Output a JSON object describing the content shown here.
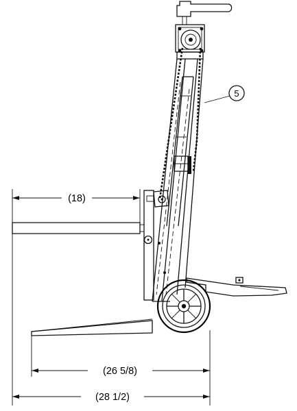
{
  "dimensions": {
    "fork_length": "(18)",
    "base_length": "(26 5/8)",
    "overall_length": "(28 1/2)"
  },
  "callouts": {
    "chain_item": "5"
  }
}
